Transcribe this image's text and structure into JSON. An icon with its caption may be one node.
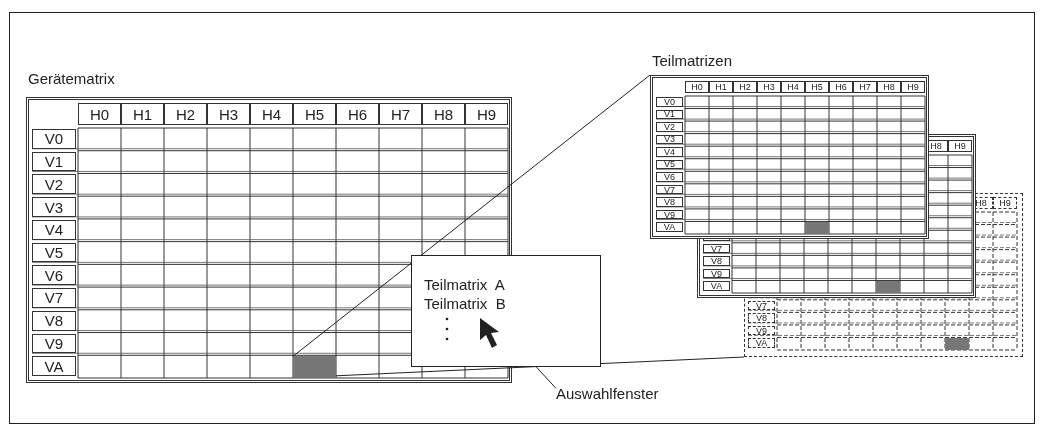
{
  "diagram": {
    "nodes": [
      {
        "text": [
          "Gerätematrix",
          "H0",
          "H1",
          "H2",
          "H3",
          "H4",
          "H5",
          "H6",
          "H7",
          "H8",
          "H9",
          "V0",
          "V1",
          "V2",
          "V3",
          "V4",
          "V5",
          "V6",
          "V7",
          "V8",
          "V9",
          "VA"
        ]
      },
      {
        "text": [
          "Teilmatrizen",
          "H0",
          "H1",
          "H2",
          "H3",
          "H4",
          "H5",
          "H6",
          "H7",
          "H8",
          "H9",
          "V0",
          "V1",
          "V2",
          "V3",
          "V4",
          "V5",
          "V6",
          "V7",
          "V8",
          "V9",
          "VA"
        ]
      },
      {
        "text": [
          "H8",
          "H9",
          "V7",
          "V8",
          "V9",
          "VA"
        ]
      },
      {
        "text": [
          "H8",
          "H9",
          "V7",
          "V8",
          "V9",
          "VA"
        ]
      },
      {
        "text": [
          "Teilmatrix  A",
          "Teilmatrix  B"
        ]
      },
      {
        "text": [
          "Auswahlfenster"
        ]
      },
      {
        "text": [],
        "shape": "box",
        "in": 0
      }
    ],
    "edges": [
      {
        "from": 5,
        "to": 4,
        "arrow": "none"
      },
      {
        "from": 6,
        "to": 1,
        "arrow": "none"
      },
      {
        "from": 6,
        "to": 3,
        "arrow": "none"
      }
    ]
  }
}
